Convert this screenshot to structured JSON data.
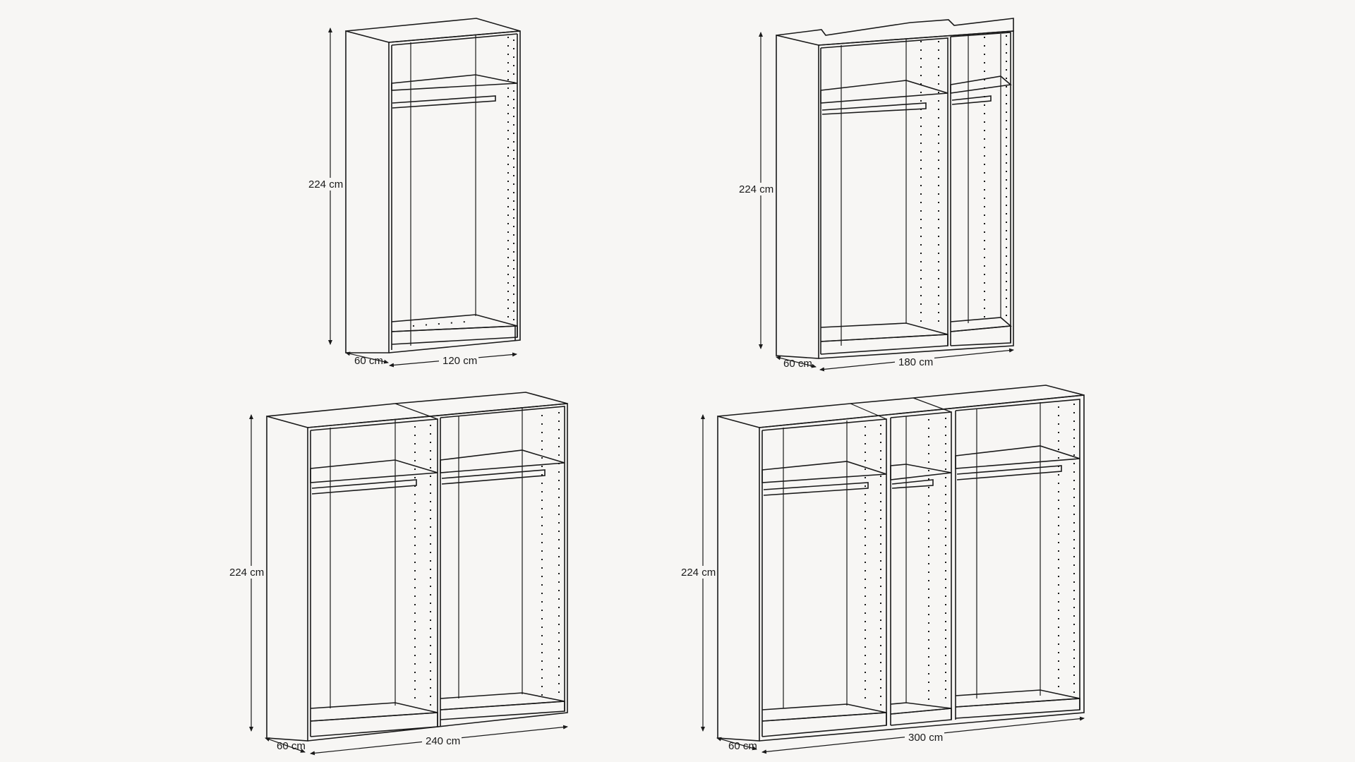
{
  "diagram": {
    "background": "#f7f6f4",
    "line_color": "#1a1a1a",
    "wardrobes": [
      {
        "id": "wardrobe-120",
        "height_label": "224 cm",
        "depth_label": "60 cm",
        "width_label": "120 cm",
        "sections": 1
      },
      {
        "id": "wardrobe-180",
        "height_label": "224 cm",
        "depth_label": "60 cm",
        "width_label": "180 cm",
        "sections": 2
      },
      {
        "id": "wardrobe-240",
        "height_label": "224 cm",
        "depth_label": "60 cm",
        "width_label": "240 cm",
        "sections": 2
      },
      {
        "id": "wardrobe-300",
        "height_label": "224 cm",
        "depth_label": "60 cm",
        "width_label": "300 cm",
        "sections": 3
      }
    ]
  }
}
